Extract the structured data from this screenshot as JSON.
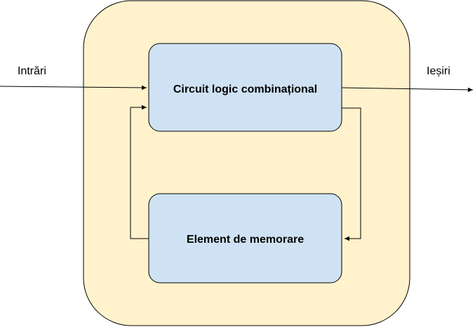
{
  "diagram": {
    "container": {
      "fill": "#fff2cc",
      "stroke": "#000000"
    },
    "nodes": {
      "combinational": {
        "label": "Circuit logic combinațional",
        "fill": "#cfe2f3",
        "stroke": "#000000"
      },
      "memory": {
        "label": "Element de memorare",
        "fill": "#cfe2f3",
        "stroke": "#000000"
      }
    },
    "labels": {
      "inputs": "Intrări",
      "outputs": "Ieșiri"
    },
    "edge_color": "#000000"
  }
}
